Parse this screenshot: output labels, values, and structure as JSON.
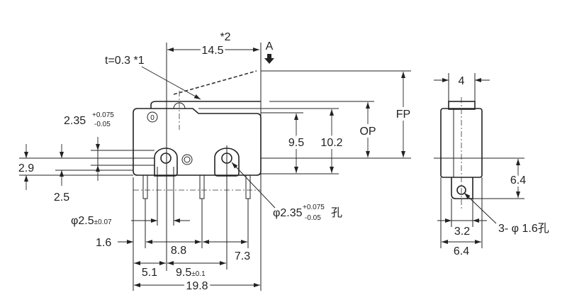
{
  "title": "Microswitch dimension drawing",
  "front_view": {
    "note_star2": "*2",
    "lever_length": "14.5",
    "actuation_direction": "A",
    "lever_thickness": "t=0.3 *1",
    "hole_dia": "2.35",
    "hole_tol_plus": "+0.075",
    "hole_tol_minus": "-0.05",
    "dim_2_9": "2.9",
    "dim_2_5": "2.5",
    "pin_dia": "φ2.5",
    "pin_dia_tol": "±0.07",
    "dim_1_6": "1.6",
    "dim_8_8": "8.8",
    "dim_7_3": "7.3",
    "dim_5_1": "5.1",
    "dim_9_5_pitch": "9.5",
    "dim_9_5_tol": "±0.1",
    "dim_19_8": "19.8",
    "dim_9_5_height": "9.5",
    "dim_10_2": "10.2",
    "op_label": "OP",
    "fp_label": "FP",
    "hole_callout": "φ2.35",
    "hole_callout_suffix": "孔",
    "body_mark": "0"
  },
  "side_view": {
    "dim_4": "4",
    "dim_6_4_vertical": "6.4",
    "dim_3_2": "3.2",
    "dim_6_4_width": "6.4",
    "terminal_hole_callout": "3- φ 1.6孔"
  }
}
